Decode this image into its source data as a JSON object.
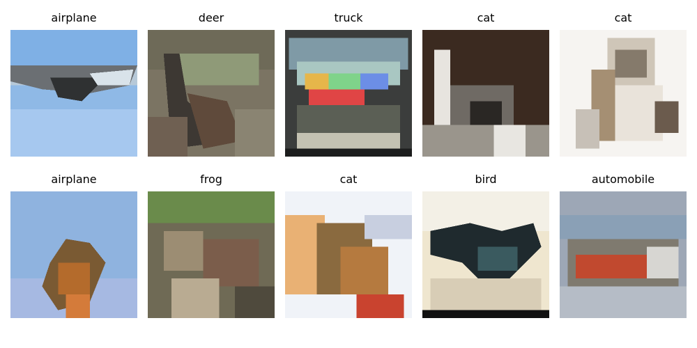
{
  "figure": {
    "samples": [
      {
        "label": "airplane"
      },
      {
        "label": "deer"
      },
      {
        "label": "truck"
      },
      {
        "label": "cat"
      },
      {
        "label": "cat"
      },
      {
        "label": "airplane"
      },
      {
        "label": "frog"
      },
      {
        "label": "cat"
      },
      {
        "label": "bird"
      },
      {
        "label": "automobile"
      }
    ]
  }
}
